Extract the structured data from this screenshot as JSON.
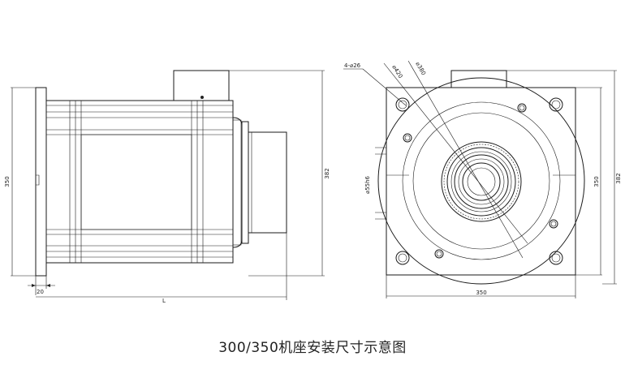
{
  "caption": "300/350机座安装尺寸示意图",
  "side_view": {
    "dim_height_350": "350",
    "dim_height_382": "382",
    "dim_flange_20": "20",
    "dim_length": "L"
  },
  "front_view": {
    "hole_callout": "4-⌀26",
    "pcd_callout": "⌀420",
    "spigot_callout": "⌀380",
    "shaft_callout": "⌀55h6",
    "dim_height_350": "350",
    "dim_height_382": "382",
    "dim_width_350": "350"
  }
}
